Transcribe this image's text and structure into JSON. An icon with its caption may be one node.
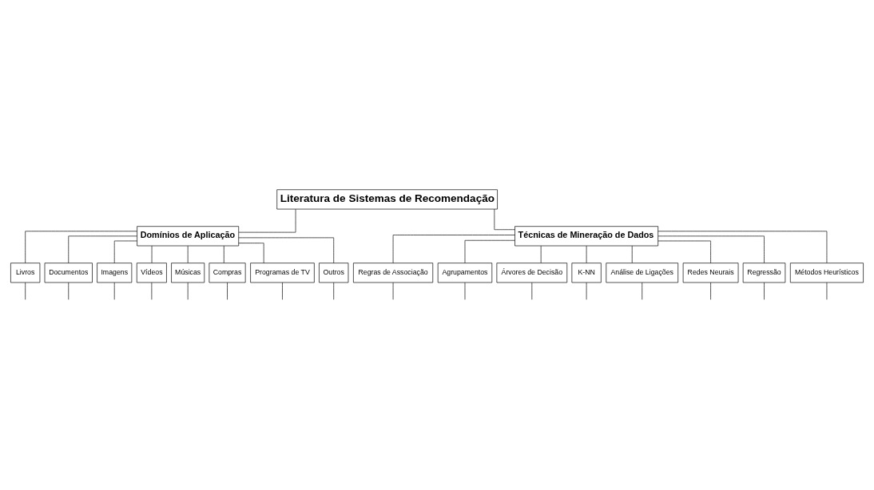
{
  "diagram": {
    "nodes": [
      {
        "text": [
          "Literatura de Sistemas de Recomendação"
        ]
      },
      {
        "text": [
          "Domínios de Aplicação"
        ]
      },
      {
        "text": [
          "Técnicas de Mineração de Dados"
        ]
      },
      {
        "text": [
          "Livros"
        ]
      },
      {
        "text": [
          "Documentos"
        ]
      },
      {
        "text": [
          "Imagens"
        ]
      },
      {
        "text": [
          "Vídeos"
        ]
      },
      {
        "text": [
          "Músicas"
        ]
      },
      {
        "text": [
          "Compras"
        ]
      },
      {
        "text": [
          "Programas de TV"
        ]
      },
      {
        "text": [
          "Outros"
        ]
      },
      {
        "text": [
          "Regras de Associação"
        ]
      },
      {
        "text": [
          "Agrupamentos"
        ]
      },
      {
        "text": [
          "Árvores de Decisão"
        ]
      },
      {
        "text": [
          "K-NN"
        ]
      },
      {
        "text": [
          "Análise de Ligações"
        ]
      },
      {
        "text": [
          "Redes Neurais"
        ]
      },
      {
        "text": [
          "Regressão"
        ]
      },
      {
        "text": [
          "Métodos Heurísticos"
        ]
      }
    ],
    "edges": [
      {
        "from": 0,
        "to": 1,
        "arrow": "none"
      },
      {
        "from": 0,
        "to": 2,
        "arrow": "none"
      },
      {
        "from": 1,
        "to": 3,
        "arrow": "none"
      },
      {
        "from": 1,
        "to": 4,
        "arrow": "none"
      },
      {
        "from": 1,
        "to": 5,
        "arrow": "none"
      },
      {
        "from": 1,
        "to": 6,
        "arrow": "none"
      },
      {
        "from": 1,
        "to": 7,
        "arrow": "none"
      },
      {
        "from": 1,
        "to": 8,
        "arrow": "none"
      },
      {
        "from": 1,
        "to": 9,
        "arrow": "none"
      },
      {
        "from": 1,
        "to": 10,
        "arrow": "none"
      },
      {
        "from": 2,
        "to": 11,
        "arrow": "none"
      },
      {
        "from": 2,
        "to": 12,
        "arrow": "none"
      },
      {
        "from": 2,
        "to": 13,
        "arrow": "none"
      },
      {
        "from": 2,
        "to": 14,
        "arrow": "none"
      },
      {
        "from": 2,
        "to": 15,
        "arrow": "none"
      },
      {
        "from": 2,
        "to": 16,
        "arrow": "none"
      },
      {
        "from": 2,
        "to": 17,
        "arrow": "none"
      },
      {
        "from": 2,
        "to": 18,
        "arrow": "none"
      },
      {
        "from": 3,
        "to": null,
        "arrow": "none"
      },
      {
        "from": 4,
        "to": null,
        "arrow": "none"
      },
      {
        "from": 5,
        "to": null,
        "arrow": "none"
      },
      {
        "from": 6,
        "to": null,
        "arrow": "none"
      },
      {
        "from": 7,
        "to": null,
        "arrow": "none"
      },
      {
        "from": 8,
        "to": null,
        "arrow": "none"
      },
      {
        "from": 9,
        "to": null,
        "arrow": "none"
      },
      {
        "from": 10,
        "to": null,
        "arrow": "none"
      },
      {
        "from": 11,
        "to": null,
        "arrow": "none"
      },
      {
        "from": 12,
        "to": null,
        "arrow": "none"
      },
      {
        "from": 13,
        "to": null,
        "arrow": "none"
      },
      {
        "from": 14,
        "to": null,
        "arrow": "none"
      },
      {
        "from": 15,
        "to": null,
        "arrow": "none"
      },
      {
        "from": 16,
        "to": null,
        "arrow": "none"
      },
      {
        "from": 17,
        "to": null,
        "arrow": "none"
      },
      {
        "from": 18,
        "to": null,
        "arrow": "none"
      }
    ]
  }
}
